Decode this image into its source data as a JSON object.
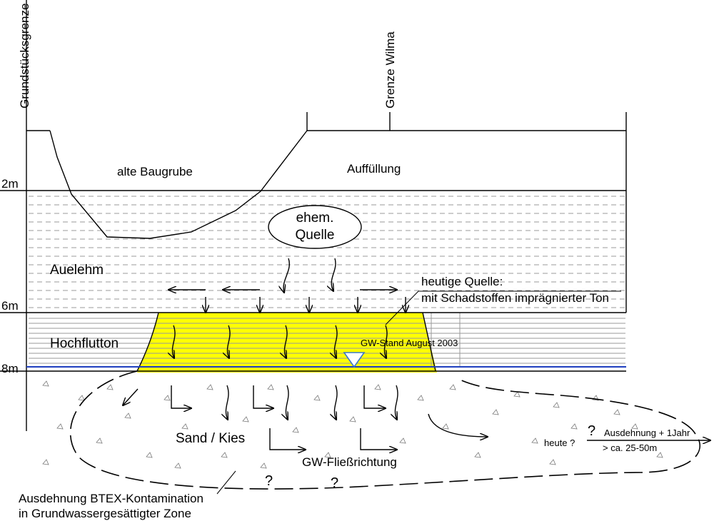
{
  "header": {
    "property_boundary": "Grundstücksgrenze",
    "border_wilma": "Grenze Wilma"
  },
  "depths": [
    "2m",
    "6m",
    "8m"
  ],
  "layers": {
    "old_pit": "alte Baugrube",
    "fill": "Auffüllung",
    "alluvial_loam": "Auelehm",
    "flood_clay": "Hochflutton",
    "sand_gravel": "Sand / Kies"
  },
  "annotations": {
    "former_source_line1": "ehem.",
    "former_source_line2": "Quelle",
    "current_source_line1": "heutige Quelle:",
    "current_source_line2": "mit Schadstoffen imprägnierter Ton",
    "gw_level": "GW-Stand August 2003",
    "flow_direction": "GW-Fließrichtung",
    "today": "heute ?",
    "extent_year": "Ausdehnung + 1Jahr",
    "extent_distance": "> ca. 25-50m",
    "btex_line1": "Ausdehnung BTEX-Kontamination",
    "btex_line2": "in Grundwassergesättigter Zone",
    "unknown": "?"
  },
  "colors": {
    "contamination": "#ffff00",
    "groundwater_line": "#1f3fbf",
    "water_marker": "#5aa0e6"
  }
}
